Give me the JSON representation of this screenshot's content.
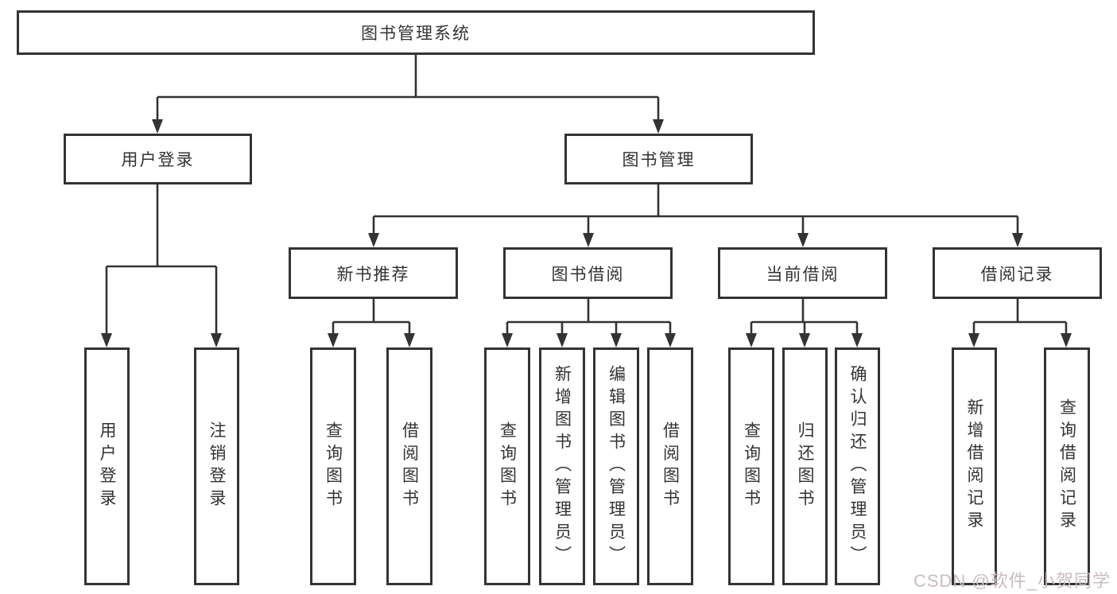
{
  "tree": {
    "label": "图书管理系统",
    "children": [
      {
        "label": "用户登录",
        "children": [
          {
            "label": "用户登录"
          },
          {
            "label": "注销登录"
          }
        ]
      },
      {
        "label": "图书管理",
        "children": [
          {
            "label": "新书推荐",
            "children": [
              {
                "label": "查询图书"
              },
              {
                "label": "借阅图书"
              }
            ]
          },
          {
            "label": "图书借阅",
            "children": [
              {
                "label": "查询图书"
              },
              {
                "label": "新增图书（管理员）"
              },
              {
                "label": "编辑图书（管理员）"
              },
              {
                "label": "借阅图书"
              }
            ]
          },
          {
            "label": "当前借阅",
            "children": [
              {
                "label": "查询图书"
              },
              {
                "label": "归还图书"
              },
              {
                "label": "确认归还（管理员）"
              }
            ]
          },
          {
            "label": "借阅记录",
            "children": [
              {
                "label": "新增借阅记录"
              },
              {
                "label": "查询借阅记录"
              }
            ]
          }
        ]
      }
    ]
  },
  "watermark": {
    "text": "CSDN @软件_小贺同学",
    "color": "#c9bcc1"
  },
  "colors": {
    "line": "#333333",
    "text": "#333333",
    "background": "#ffffff"
  }
}
